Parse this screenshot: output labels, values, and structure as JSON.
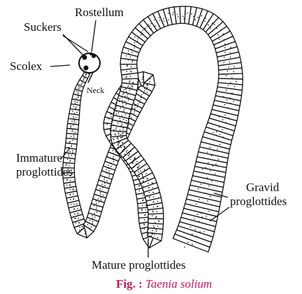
{
  "labels": {
    "rostellum": "Rostellum",
    "suckers": "Suckers",
    "scolex": "Scolex",
    "neck": "Neck",
    "immature_line1": "Immature",
    "immature_line2": "proglottides",
    "gravid_line1": "Gravid",
    "gravid_line2": "proglottides",
    "mature": "Mature proglottides"
  },
  "caption": {
    "prefix": "Fig. :",
    "title": "Taenia solium",
    "color": "#c2185b"
  },
  "colors": {
    "ink": "#111111",
    "body": "#ffffff"
  }
}
